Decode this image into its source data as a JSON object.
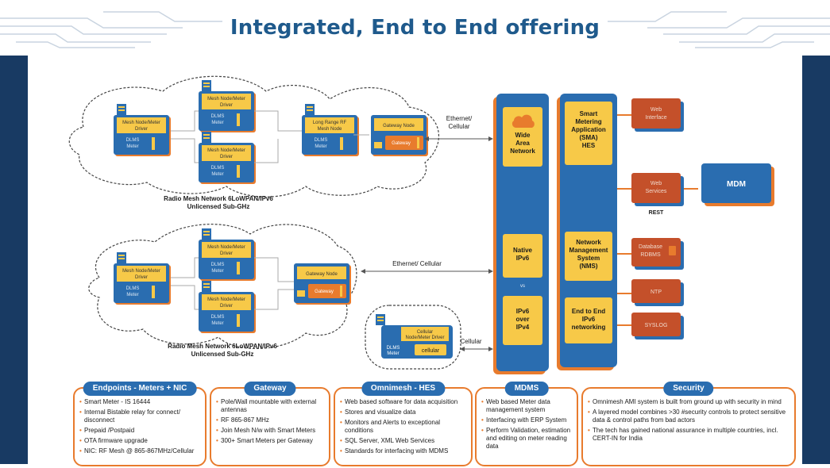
{
  "title": "Integrated, End to End offering",
  "mesh_top": {
    "nodes": [
      {
        "label": "Mesh Node/Meter Driver",
        "sub": "DLMS Meter"
      },
      {
        "label": "Mesh Node/Meter Driver",
        "sub": "DLMS Meter"
      },
      {
        "label": "Mesh Node/Meter Driver",
        "sub": "DLMS Meter"
      },
      {
        "label": "Long Range RF Mesh Node",
        "sub": "DLMS Meter"
      }
    ],
    "gateway": {
      "label": "Gateway Node",
      "sub": "Gateway"
    },
    "caption1": "Radio Mesh Network 6LoWPAN/IPv6",
    "caption2": "Unlicensed Sub-GHz"
  },
  "mesh_bottom": {
    "nodes": [
      {
        "label": "Mesh Node/Meter Driver",
        "sub": "DLMS Meter"
      },
      {
        "label": "Mesh Node/Meter Driver",
        "sub": "DLMS Meter"
      },
      {
        "label": "Mesh Node/Meter Driver",
        "sub": "DLMS Meter"
      }
    ],
    "gateway": {
      "label": "Gateway Node",
      "sub": "Gateway"
    },
    "caption1": "Radio Mesh Network 6LoWPAN/IPv6",
    "caption2": "Unlicensed Sub-GHz"
  },
  "cellular_node": {
    "label1": "Cellular",
    "label2": "Node/Meter Driver",
    "dlms1": "DLMS",
    "dlms2": "Meter",
    "cellular": "cellular"
  },
  "links": {
    "ethernet_cellular_1": "Ethernet/",
    "ethernet_cellular_2": "Cellular",
    "ethernet_cellular_mid": "Ethernet/ Cellular",
    "cellular": "Cellular"
  },
  "wan_column": {
    "wide_area": [
      "Wide",
      "Area",
      "Network"
    ],
    "native": [
      "Native",
      "IPv6"
    ],
    "vs": "vs",
    "ipv6_over": [
      "IPv6",
      "over",
      "IPv4"
    ]
  },
  "sma_column": {
    "sma": [
      "Smart",
      "Metering",
      "Application",
      "(SMA)",
      "HES"
    ],
    "nms": [
      "Network",
      "Management",
      "System",
      "(NMS)"
    ],
    "e2e": [
      "End to End",
      "IPv6",
      "networking"
    ]
  },
  "services": {
    "web_interface": [
      "Web",
      "Interface"
    ],
    "web_services": [
      "Web",
      "Services"
    ],
    "rest": "REST",
    "database": [
      "Database",
      "RDBMS"
    ],
    "ntp": "NTP",
    "syslog": "SYSLOG",
    "mdm": "MDM"
  },
  "panels": {
    "endpoints": {
      "title": "Endpoints - Meters + NIC",
      "items": [
        "Smart Meter - IS 16444",
        "Internal Bistable relay for connect/ disconnect",
        "Prepaid /Postpaid",
        "OTA firmware upgrade",
        "NIC: RF Mesh @ 865-867MHz/Cellular"
      ]
    },
    "gateway": {
      "title": "Gateway",
      "items": [
        "Pole/Wall mountable with external antennas",
        "RF 865-867 MHz",
        "Join Mesh N/w with Smart Meters",
        "300+ Smart Meters per Gateway"
      ]
    },
    "omnimesh": {
      "title": "Omnimesh - HES",
      "items": [
        "Web based software for data acquisition",
        "Stores and visualize data",
        "Monitors and Alerts to exceptional conditions",
        "SQL Server, XML Web Services",
        "Standards for interfacing with MDMS"
      ]
    },
    "mdms": {
      "title": "MDMS",
      "items": [
        "Web based Meter data management system",
        "Interfacing with ERP System",
        "Perform Validation, estimation and editing on meter reading data"
      ]
    },
    "security": {
      "title": "Security",
      "items": [
        "Omnimesh AMI system is built from ground up with security in mind",
        "A layered model combines >30 #security controls to protect sensitive data & control paths from bad actors",
        "The tech has gained national assurance in multiple countries, incl. CERT-IN for India"
      ]
    }
  }
}
